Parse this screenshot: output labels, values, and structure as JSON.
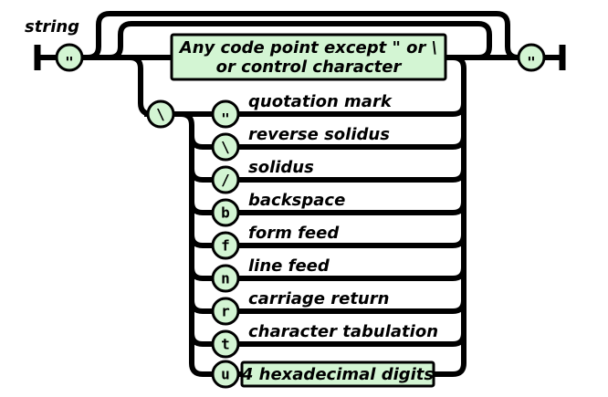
{
  "diagram": {
    "title": "string",
    "colors": {
      "node_fill": "#d3f5d3",
      "line": "#000000",
      "background": "#ffffff"
    },
    "terminals": {
      "open_quote": "\"",
      "close_quote": "\""
    },
    "main_box": {
      "line1": "Any code point except  \"  or  \\",
      "line2": "or control character"
    },
    "escape": {
      "prefix": "\\",
      "rows": [
        {
          "glyph": "\"",
          "label": "quotation mark"
        },
        {
          "glyph": "\\",
          "label": "reverse solidus"
        },
        {
          "glyph": "/",
          "label": "solidus"
        },
        {
          "glyph": "b",
          "label": "backspace"
        },
        {
          "glyph": "f",
          "label": "form feed"
        },
        {
          "glyph": "n",
          "label": "line feed"
        },
        {
          "glyph": "r",
          "label": "carriage return"
        },
        {
          "glyph": "t",
          "label": "character tabulation"
        },
        {
          "glyph": "u",
          "label": "4 hexadecimal digits"
        }
      ]
    }
  }
}
